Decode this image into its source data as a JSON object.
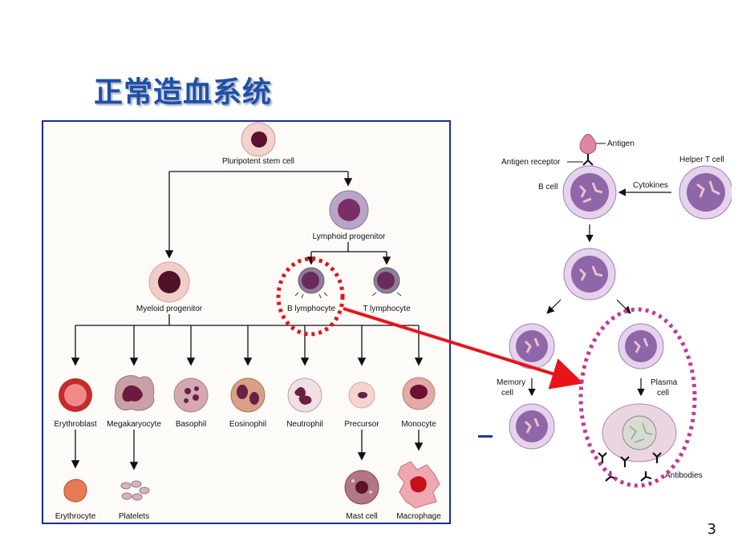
{
  "title": "正常造血系统",
  "page_number": "3",
  "hematopoiesis": {
    "stem": "Pluripotent stem cell",
    "lymphoid": "Lymphoid progenitor",
    "myeloid": "Myeloid progenitor",
    "b_lymph": "B lymphocyte",
    "t_lymph": "T lymphocyte",
    "erythroblast": "Erythroblast",
    "megakaryocyte": "Megakaryocyte",
    "basophil": "Basophil",
    "eosinophil": "Eosinophil",
    "neutrophil": "Neutrophil",
    "precursor": "Precursor",
    "monocyte": "Monocyte",
    "erythrocyte": "Erythrocyte",
    "platelets": "Platelets",
    "mast_cell": "Mast cell",
    "macrophage": "Macrophage"
  },
  "b_cell_activation": {
    "antigen": "Antigen",
    "antigen_receptor": "Antigen receptor",
    "b_cell": "B cell",
    "helper_t": "Helper T cell",
    "cytokines": "Cytokines",
    "memory_line1": "Memory",
    "memory_line2": "cell",
    "plasma_line1": "Plasma",
    "plasma_line2": "cell",
    "antibodies": "Antibodies"
  },
  "colors": {
    "title": "#1f4fa6",
    "panel_border": "#1a2aa0",
    "highlight_red": "#e0141a",
    "highlight_magenta": "#c1399a",
    "arrow_red": "#e8141a"
  }
}
